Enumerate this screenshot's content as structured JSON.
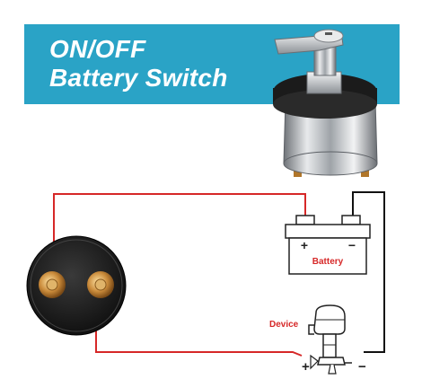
{
  "banner": {
    "title_line1": "ON/OFF",
    "title_line2": "Battery Switch",
    "color": "#2aa3c6"
  },
  "battery": {
    "label": "Battery",
    "positive_symbol": "+",
    "negative_symbol": "−"
  },
  "device": {
    "label": "Device",
    "positive_symbol": "+",
    "negative_symbol": "−"
  },
  "colors": {
    "positive_wire": "#d62828",
    "negative_wire": "#111111",
    "label_red": "#d62828"
  },
  "icons": {
    "switch": "rotary-battery-switch-icon",
    "battery": "battery-icon",
    "device": "outboard-motor-icon",
    "terminals": "switch-terminals-icon"
  }
}
